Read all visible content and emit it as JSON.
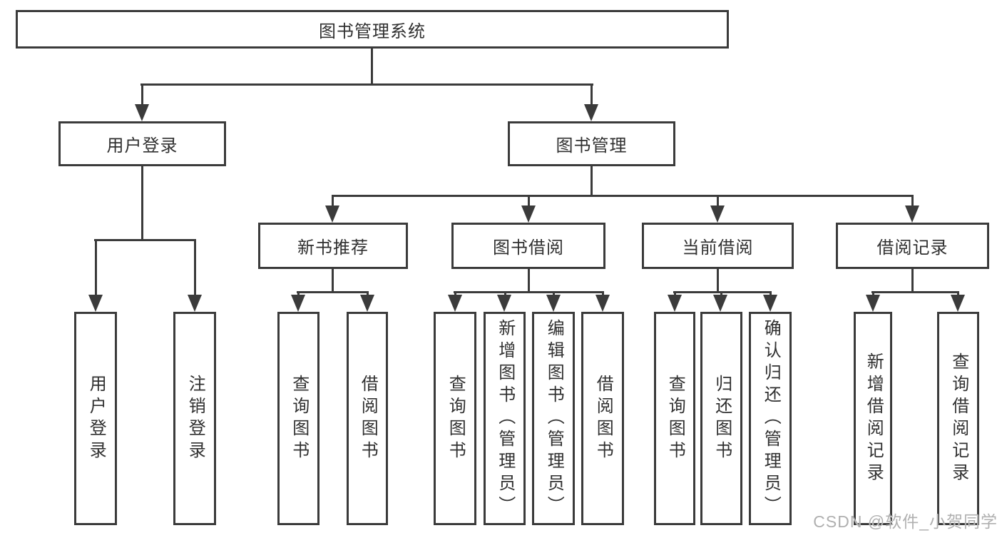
{
  "diagram_title": "图书管理系统",
  "nodes": {
    "root": {
      "label": "图书管理系统"
    },
    "level2": [
      {
        "label": "用户登录"
      },
      {
        "label": "图书管理"
      }
    ],
    "level3": [
      {
        "label": "新书推荐",
        "parent": "图书管理"
      },
      {
        "label": "图书借阅",
        "parent": "图书管理"
      },
      {
        "label": "当前借阅",
        "parent": "图书管理"
      },
      {
        "label": "借阅记录",
        "parent": "图书管理"
      }
    ],
    "leaves": [
      {
        "label": "用户登录",
        "parent": "用户登录"
      },
      {
        "label": "注销登录",
        "parent": "用户登录"
      },
      {
        "label": "查询图书",
        "parent": "新书推荐"
      },
      {
        "label": "借阅图书",
        "parent": "新书推荐"
      },
      {
        "label": "查询图书",
        "parent": "图书借阅"
      },
      {
        "label": "新增图书（管理员）",
        "parent": "图书借阅"
      },
      {
        "label": "编辑图书（管理员）",
        "parent": "图书借阅"
      },
      {
        "label": "借阅图书",
        "parent": "图书借阅"
      },
      {
        "label": "查询图书",
        "parent": "当前借阅"
      },
      {
        "label": "归还图书",
        "parent": "当前借阅"
      },
      {
        "label": "确认归还（管理员）",
        "parent": "当前借阅"
      },
      {
        "label": "新增借阅记录",
        "parent": "借阅记录"
      },
      {
        "label": "查询借阅记录",
        "parent": "借阅记录"
      }
    ]
  },
  "watermark": {
    "text": "CSDN @软件_小贺同学"
  },
  "colors": {
    "line": "#3b3b3b",
    "text": "#303030",
    "background": "#ffffff",
    "watermark": "#b0b0b0"
  }
}
